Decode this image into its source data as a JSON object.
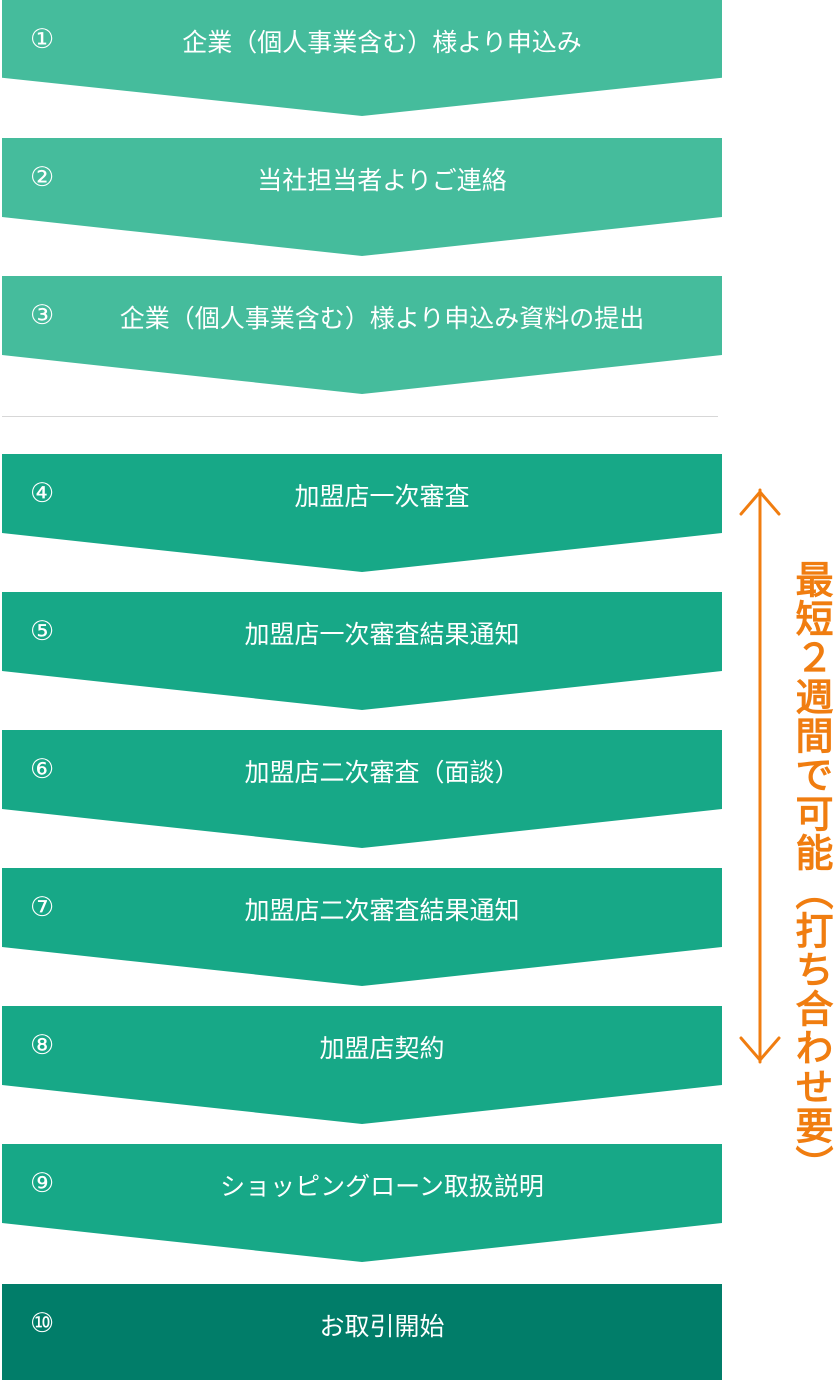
{
  "steps": [
    {
      "number": "①",
      "label": "企業（個人事業含む）様より申込み"
    },
    {
      "number": "②",
      "label": "当社担当者よりご連絡"
    },
    {
      "number": "③",
      "label": "企業（個人事業含む）様より申込み資料の提出"
    },
    {
      "number": "④",
      "label": "加盟店一次審査"
    },
    {
      "number": "⑤",
      "label": "加盟店一次審査結果通知"
    },
    {
      "number": "⑥",
      "label": "加盟店二次審査（面談）"
    },
    {
      "number": "⑦",
      "label": "加盟店二次審査結果通知"
    },
    {
      "number": "⑧",
      "label": "加盟店契約"
    },
    {
      "number": "⑨",
      "label": "ショッピングローン取扱説明"
    },
    {
      "number": "⑩",
      "label": "お取引開始"
    }
  ],
  "duration_note": "最短２週間で可能（打ち合わせ要）",
  "colors": {
    "step_light": "#45bc9c",
    "step_mid": "#17a887",
    "step_final": "#017d69",
    "accent": "#f07d10",
    "divider": "#d7d7d7"
  }
}
